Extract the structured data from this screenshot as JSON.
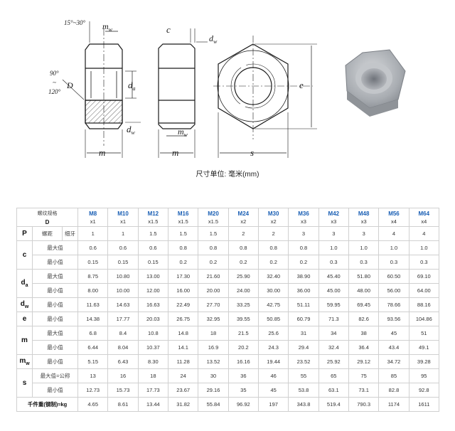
{
  "drawing": {
    "labels": {
      "chamfer_angle": "15°~30°",
      "bearing_angle_top": "90°",
      "bearing_angle_mid": "~",
      "bearing_angle_bottom": "120°",
      "D": "D",
      "mw": "m",
      "mw_sub": "w",
      "da": "d",
      "da_sub": "a",
      "dw": "d",
      "dw_sub": "w",
      "m": "m",
      "c": "c",
      "e": "e",
      "s": "s"
    },
    "unit_note": "尺寸单位: 毫米(mm)"
  },
  "table": {
    "corner": {
      "name": "螺纹规格",
      "d": "D"
    },
    "sizes": [
      {
        "size": "M8",
        "pitch": "x1"
      },
      {
        "size": "M10",
        "pitch": "x1"
      },
      {
        "size": "M12",
        "pitch": "x1.5"
      },
      {
        "size": "M16",
        "pitch": "x1.5"
      },
      {
        "size": "M20",
        "pitch": "x1.5"
      },
      {
        "size": "M24",
        "pitch": "x2"
      },
      {
        "size": "M30",
        "pitch": "x2"
      },
      {
        "size": "M36",
        "pitch": "x3"
      },
      {
        "size": "M42",
        "pitch": "x3"
      },
      {
        "size": "M48",
        "pitch": "x3"
      },
      {
        "size": "M56",
        "pitch": "x4"
      },
      {
        "size": "M64",
        "pitch": "x4"
      }
    ],
    "rows": [
      {
        "sym": "P",
        "sub": "",
        "group_rows": 1,
        "label": "螺距",
        "label2": "细牙",
        "values": [
          "1",
          "1",
          "1.5",
          "1.5",
          "1.5",
          "2",
          "2",
          "3",
          "3",
          "3",
          "4",
          "4"
        ]
      },
      {
        "sym": "c",
        "sub": "",
        "group_rows": 2,
        "label": "最大值",
        "values": [
          "0.6",
          "0.6",
          "0.6",
          "0.8",
          "0.8",
          "0.8",
          "0.8",
          "0.8",
          "1.0",
          "1.0",
          "1.0",
          "1.0"
        ]
      },
      {
        "sym": "",
        "label": "最小值",
        "values": [
          "0.15",
          "0.15",
          "0.15",
          "0.2",
          "0.2",
          "0.2",
          "0.2",
          "0.2",
          "0.3",
          "0.3",
          "0.3",
          "0.3"
        ]
      },
      {
        "sym": "d",
        "sub": "a",
        "group_rows": 2,
        "label": "最大值",
        "values": [
          "8.75",
          "10.80",
          "13.00",
          "17.30",
          "21.60",
          "25.90",
          "32.40",
          "38.90",
          "45.40",
          "51.80",
          "60.50",
          "69.10"
        ]
      },
      {
        "sym": "",
        "label": "最小值",
        "values": [
          "8.00",
          "10.00",
          "12.00",
          "16.00",
          "20.00",
          "24.00",
          "30.00",
          "36.00",
          "45.00",
          "48.00",
          "56.00",
          "64.00"
        ]
      },
      {
        "sym": "d",
        "sub": "w",
        "group_rows": 1,
        "label": "最小值",
        "values": [
          "11.63",
          "14.63",
          "16.63",
          "22.49",
          "27.70",
          "33.25",
          "42.75",
          "51.11",
          "59.95",
          "69.45",
          "78.66",
          "88.16"
        ]
      },
      {
        "sym": "e",
        "sub": "",
        "group_rows": 1,
        "label": "最小值",
        "values": [
          "14.38",
          "17.77",
          "20.03",
          "26.75",
          "32.95",
          "39.55",
          "50.85",
          "60.79",
          "71.3",
          "82.6",
          "93.56",
          "104.86"
        ]
      },
      {
        "sym": "m",
        "sub": "",
        "group_rows": 2,
        "label": "最大值",
        "values": [
          "6.8",
          "8.4",
          "10.8",
          "14.8",
          "18",
          "21.5",
          "25.6",
          "31",
          "34",
          "38",
          "45",
          "51"
        ]
      },
      {
        "sym": "",
        "label": "最小值",
        "values": [
          "6.44",
          "8.04",
          "10.37",
          "14.1",
          "16.9",
          "20.2",
          "24.3",
          "29.4",
          "32.4",
          "36.4",
          "43.4",
          "49.1"
        ]
      },
      {
        "sym": "m",
        "sub": "w",
        "group_rows": 1,
        "label": "最小值",
        "values": [
          "5.15",
          "6.43",
          "8.30",
          "11.28",
          "13.52",
          "16.16",
          "19.44",
          "23.52",
          "25.92",
          "29.12",
          "34.72",
          "39.28"
        ]
      },
      {
        "sym": "s",
        "sub": "",
        "group_rows": 2,
        "label": "最大值=公称",
        "values": [
          "13",
          "16",
          "18",
          "24",
          "30",
          "36",
          "46",
          "55",
          "65",
          "75",
          "85",
          "95"
        ]
      },
      {
        "sym": "",
        "label": "最小值",
        "values": [
          "12.73",
          "15.73",
          "17.73",
          "23.67",
          "29.16",
          "35",
          "45",
          "53.8",
          "63.1",
          "73.1",
          "82.8",
          "92.8"
        ]
      }
    ],
    "weight_row": {
      "label": "千件重(钢制)≈kg",
      "values": [
        "4.65",
        "8.61",
        "13.44",
        "31.82",
        "55.84",
        "96.92",
        "197",
        "343.8",
        "519.4",
        "790.3",
        "1174",
        "1611"
      ]
    }
  }
}
